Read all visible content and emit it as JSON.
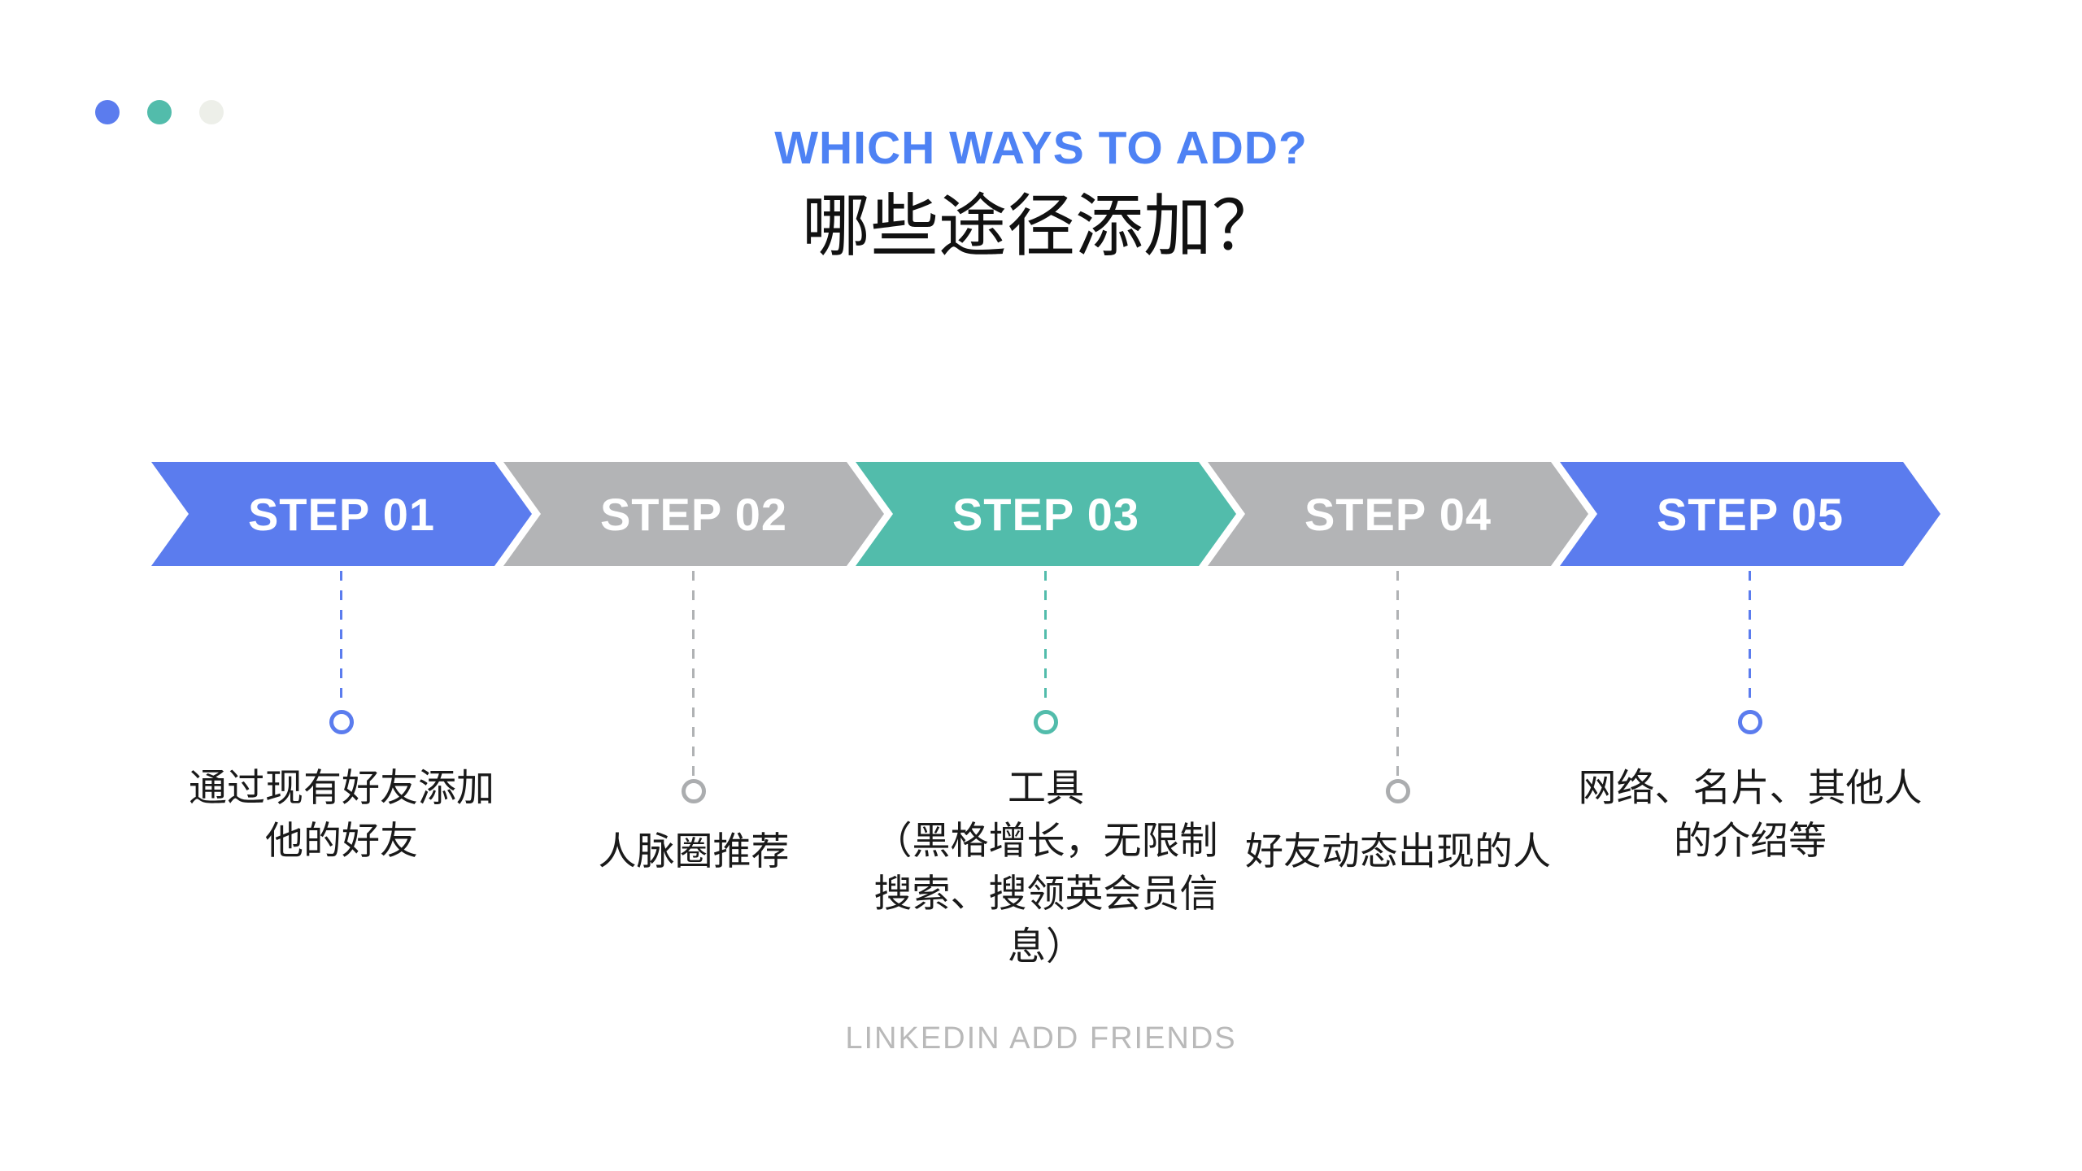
{
  "slide": {
    "background_color": "#ffffff",
    "title_en": "WHICH WAYS TO ADD?",
    "title_en_color": "#4E82F4",
    "title_zh": "哪些途径添加？",
    "footer": "LINKEDIN ADD FRIENDS",
    "footer_color": "#B9B9B9",
    "decor_dots": [
      {
        "name": "blue-dot",
        "color": "#5B7CEE"
      },
      {
        "name": "teal-dot",
        "color": "#52BCAB"
      },
      {
        "name": "light-dot",
        "color": "#EDEFE9"
      }
    ]
  },
  "steps": [
    {
      "label": "STEP 01",
      "color": "#5B7CEE",
      "desc_lines": [
        "通过现有好友添加",
        "他的好友"
      ]
    },
    {
      "label": "STEP 02",
      "color": "#B3B4B6",
      "desc_lines": [
        "人脉圈推荐"
      ]
    },
    {
      "label": "STEP 03",
      "color": "#52BCAB",
      "desc_lines": [
        "工具",
        "（黑格增长，无限制",
        "搜索、搜领英会员信",
        "息）"
      ]
    },
    {
      "label": "STEP 04",
      "color": "#B3B4B6",
      "desc_lines": [
        "好友动态出现的人"
      ]
    },
    {
      "label": "STEP 05",
      "color": "#5B7CEE",
      "desc_lines": [
        "网络、名片、其他人",
        "的介绍等"
      ]
    }
  ]
}
